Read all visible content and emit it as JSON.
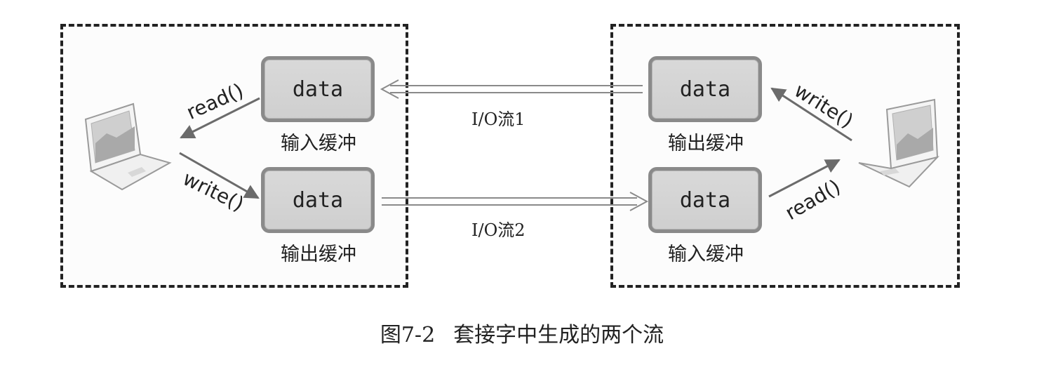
{
  "left_host": {
    "input_buffer": {
      "content": "data",
      "label": "输入缓冲"
    },
    "output_buffer": {
      "content": "data",
      "label": "输出缓冲"
    },
    "read_call": "read()",
    "write_call": "write()"
  },
  "right_host": {
    "output_buffer": {
      "content": "data",
      "label": "输出缓冲"
    },
    "input_buffer": {
      "content": "data",
      "label": "输入缓冲"
    },
    "write_call": "write()",
    "read_call": "read()"
  },
  "streams": {
    "stream1": "I/O流1",
    "stream2": "I/O流2"
  },
  "caption": {
    "figure_number": "图7-2",
    "title": "套接字中生成的两个流"
  },
  "colors": {
    "border": "#222222",
    "buffer_fill": "#d4d4d4",
    "buffer_border": "#8a8a8a",
    "arrow": "#6b6b6b"
  },
  "icons": [
    "laptop-icon",
    "laptop-icon"
  ]
}
